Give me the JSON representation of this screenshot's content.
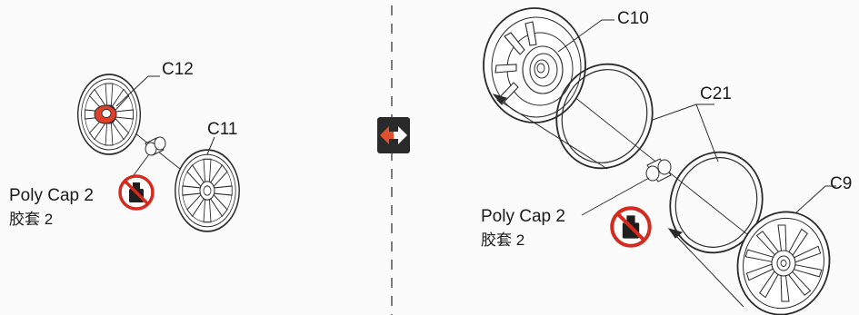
{
  "left_diagram": {
    "part_labels": {
      "upper_wheel": "C12",
      "lower_wheel": "C11"
    },
    "poly_cap_label": "Poly Cap 2",
    "poly_cap_label_cn": "胶套 2"
  },
  "right_diagram": {
    "part_labels": {
      "front_wheel": "C10",
      "tire": "C21",
      "rear_wheel": "C9"
    },
    "poly_cap_label": "Poly Cap 2",
    "poly_cap_label_cn": "胶套 2"
  },
  "icons": {
    "no_glue": "no-glue-icon",
    "mirror": "mirror-arrows-icon"
  },
  "colors": {
    "highlight": "#e0402a",
    "no_symbol": "#d32b1f",
    "mirror_box": "#2a2a2a",
    "mirror_arrow_left": "#e0502c",
    "mirror_arrow_right": "#ffffff",
    "line": "#2a2a2a"
  }
}
